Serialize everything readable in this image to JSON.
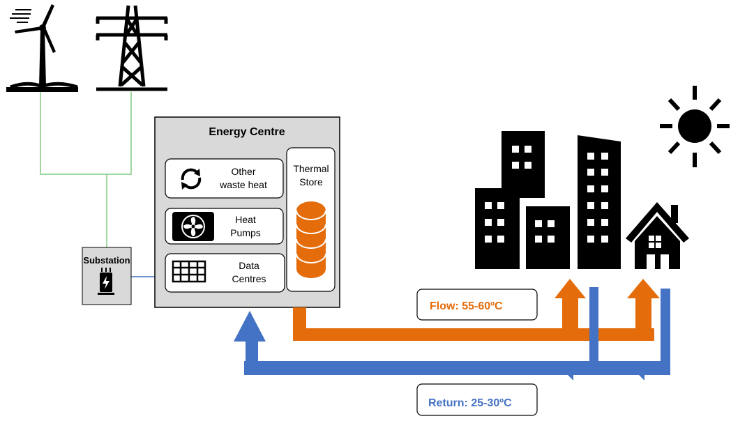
{
  "energy_centre": {
    "title": "Energy Centre",
    "sources": [
      {
        "line1": "Other",
        "line2": "waste heat",
        "icon": "recycle-arrows-icon"
      },
      {
        "line1": "Heat",
        "line2": "Pumps",
        "icon": "heat-pump-fan-icon"
      },
      {
        "line1": "Data",
        "line2": "Centres",
        "icon": "data-centre-grid-icon"
      }
    ],
    "thermal_store": {
      "line1": "Thermal",
      "line2": "Store",
      "icon": "thermal-tank-icon"
    }
  },
  "substation": {
    "label": "Substation",
    "icon": "electric-substation-icon"
  },
  "generation_icons": [
    "wind-turbine-icon",
    "electricity-pylon-icon"
  ],
  "consumer_icons": [
    "city-buildings-icon",
    "house-icon",
    "sun-icon"
  ],
  "flow": {
    "label": "Flow: 55-60ºC",
    "color": "#E46C0A"
  },
  "return": {
    "label": "Return: 25-30ºC",
    "color": "#4472C4"
  },
  "colors": {
    "power_line": "#7FCC7F",
    "box_fill": "#D9D9D9",
    "store_fill": "#E46C0A"
  }
}
